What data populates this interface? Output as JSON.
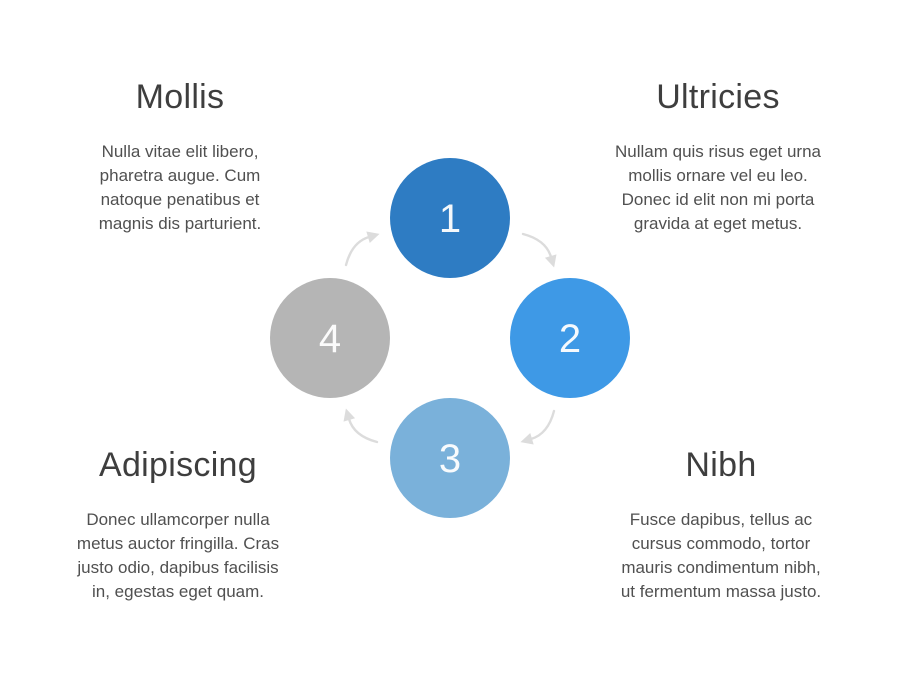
{
  "page": {
    "background": "#ffffff"
  },
  "sections": {
    "top_left": {
      "title": "Mollis",
      "body": "Nulla vitae elit libero,\npharetra augue. Cum\nnatoque penatibus et\nmagnis dis parturient."
    },
    "top_right": {
      "title": "Ultricies",
      "body": "Nullam quis risus eget urna\nmollis ornare vel eu leo.\nDonec id elit non mi porta\ngravida at eget metus."
    },
    "bottom_left": {
      "title": "Adipiscing",
      "body": "Donec ullamcorper nulla\nmetus auctor fringilla. Cras\njusto odio, dapibus facilisis\nin, egestas eget quam."
    },
    "bottom_right": {
      "title": "Nibh",
      "body": "Fusce dapibus, tellus ac\ncursus commodo, tortor\nmauris condimentum nibh,\nut fermentum massa justo."
    }
  },
  "diagram": {
    "type": "cycle",
    "direction": "clockwise",
    "arrow_color": "#dcdcdc",
    "number_color": "#ffffff",
    "steps": [
      {
        "number": "1",
        "position": "top",
        "color": "#2e7cc3"
      },
      {
        "number": "2",
        "position": "right",
        "color": "#3e99e6"
      },
      {
        "number": "3",
        "position": "bottom",
        "color": "#7ab1da"
      },
      {
        "number": "4",
        "position": "left",
        "color": "#b5b5b5"
      }
    ]
  }
}
